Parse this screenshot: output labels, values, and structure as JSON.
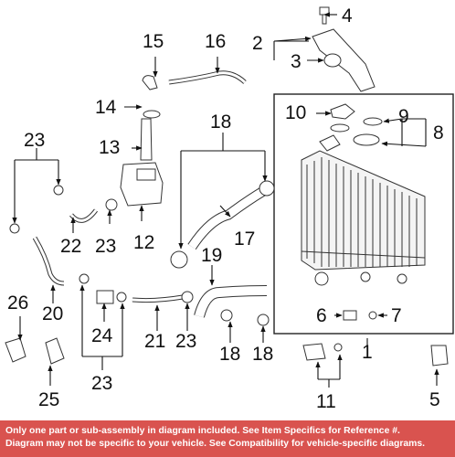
{
  "callouts": {
    "1": "1",
    "2": "2",
    "3": "3",
    "4": "4",
    "5": "5",
    "6": "6",
    "7": "7",
    "8": "8",
    "9": "9",
    "10": "10",
    "11": "11",
    "12": "12",
    "13": "13",
    "14": "14",
    "15": "15",
    "16": "16",
    "17": "17",
    "18": "18",
    "19": "19",
    "20": "20",
    "21": "21",
    "22": "22",
    "23": "23",
    "24": "24",
    "25": "25",
    "26": "26"
  },
  "banner": {
    "line1": "Only one part or sub-assembly in diagram included. See Item Specifics for Reference #.",
    "line2": "Diagram may not be specific to your vehicle. See Compatibility for vehicle-specific diagrams."
  },
  "colors": {
    "banner_bg": "#d9534f",
    "banner_text": "#ffffff",
    "line": "#111111"
  }
}
